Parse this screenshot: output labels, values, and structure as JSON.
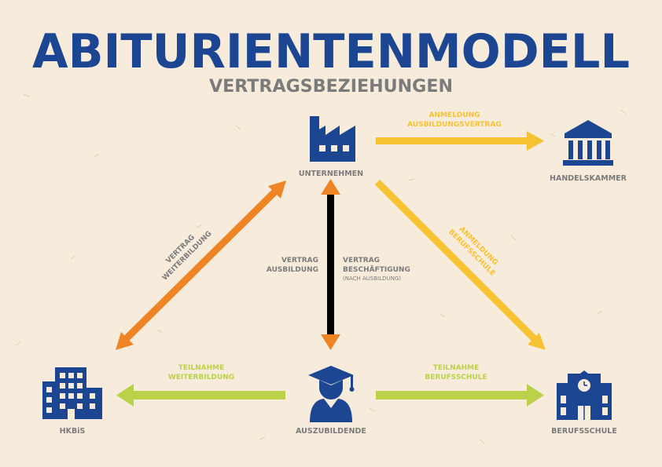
{
  "title": "ABITURIENTENMODELL",
  "subtitle": "VERTRAGSBEZIEHUNGEN",
  "colors": {
    "background": "#f7ecdc",
    "navy": "#1c4592",
    "gray": "#7b7b7b",
    "orange": "#ef8424",
    "yellow": "#f6c232",
    "green": "#bcd14a"
  },
  "nodes": {
    "unternehmen": {
      "label": "UNTERNEHMEN",
      "icon": "factory-icon"
    },
    "handelskammer": {
      "label": "HANDELSKAMMER",
      "icon": "courthouse-icon"
    },
    "hkbis": {
      "label": "HKBiS",
      "icon": "office-building-icon"
    },
    "auszubildende": {
      "label": "AUSZUBILDENDE",
      "icon": "graduate-icon"
    },
    "berufsschule": {
      "label": "BERUFSSCHULE",
      "icon": "school-icon"
    }
  },
  "edges": {
    "anmeldung_vertrag": {
      "line1": "ANMELDUNG",
      "line2": "AUSBILDUNGSVERTRAG"
    },
    "anmeldung_schule": {
      "line1": "ANMELDUNG",
      "line2": "BERUFSSCHULE"
    },
    "vertrag_weiterbildung": {
      "line1": "VERTRAG",
      "line2": "WEITERBILDUNG"
    },
    "vertrag_ausbildung": {
      "line1": "VERTRAG",
      "line2": "AUSBILDUNG"
    },
    "vertrag_beschaeftigung": {
      "line1": "VERTRAG",
      "line2": "BESCHÄFTIGUNG",
      "note": "(NACH AUSBILDUNG)"
    },
    "teilnahme_weiterbildung": {
      "line1": "TEILNAHME",
      "line2": "WEITERBILDUNG"
    },
    "teilnahme_schule": {
      "line1": "TEILNAHME",
      "line2": "BERUFSSCHULE"
    }
  }
}
